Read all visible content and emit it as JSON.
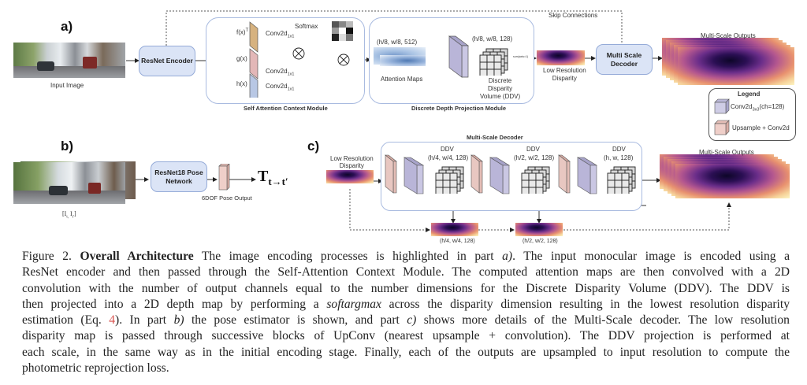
{
  "figure": {
    "parts": {
      "a": "a)",
      "b": "b)",
      "c": "c)"
    },
    "part_a": {
      "input_image_label": "Input Image",
      "resnet_encoder": "ResNet Encoder",
      "skip_connections": "Skip Connections",
      "self_attention": {
        "title": "Self Attention Context Module",
        "f_label": "f(x)",
        "f_sup": "T",
        "g_label": "g(x)",
        "h_label": "h(x)",
        "conv_label": "Conv2d",
        "conv_sub": "1x1",
        "softmax": "Softmax"
      },
      "ddp_module": {
        "title": "Discrete Depth Projection Module",
        "attention_dims": "(h/8, w/8, 512)",
        "attention_label": "Attention Maps",
        "ddv_dims": "(h/8, w/8, 128)",
        "ddv_label_1": "Discrete",
        "ddv_label_2": "Disparity",
        "ddv_label_3": "Volume (DDV)",
        "sum_label": "sum(axis=1)"
      },
      "low_res_1": "Low Resolution",
      "low_res_2": "Disparity",
      "msd_1": "Multi Scale",
      "msd_2": "Decoder",
      "outputs_label": "Multi-Scale Outputs"
    },
    "legend": {
      "title": "Legend",
      "item1_main": "Conv2d",
      "item1_sub": "3x3",
      "item1_suffix": "(ch=128)",
      "item2": "Upsample + Conv2d",
      "colors": {
        "conv": "#cfcde6",
        "upsample": "#efcfc9"
      }
    },
    "part_b": {
      "pose_net_1": "ResNet18 Pose",
      "pose_net_2": "Network",
      "pose_output": "6DOF Pose Output",
      "input_label": "[I",
      "input_sub1": "t,",
      "input_mid": " I",
      "input_sub2": "t'",
      "input_end": "]",
      "transform_T": "T",
      "transform_sub": "t→t′"
    },
    "part_c": {
      "title": "Multi-Scale Decoder",
      "low_res_1": "Low Resolution",
      "low_res_2": "Disparity",
      "ddv_label": "DDV",
      "scales": [
        "(h/4, w/4, 128)",
        "(h/2, w/2, 128)",
        "(h, w, 128)"
      ],
      "bottom_scales": [
        "(h/4, w/4, 128)",
        "(h/2, w/2, 128)"
      ],
      "outputs_label": "Multi-Scale Outputs"
    }
  },
  "caption": {
    "lines": [
      [
        "Figure 2. ",
        {
          "b": "Overall Architecture"
        },
        " The image encoding processes is highlighted in part ",
        {
          "i": "a)"
        },
        ".  The input monocular image is encoded using a"
      ],
      [
        "ResNet encoder and then passed through the Self-Attention Context Module. The computed attention maps are then convolved with a 2D"
      ],
      [
        "convolution with the number of output channels equal to the number dimensions for the Discrete Disparity Volume (DDV). The DDV is"
      ],
      [
        "then projected into a 2D depth map by performing a ",
        {
          "i": "softargmax"
        },
        " across the disparity dimension resulting in the lowest resolution disparity"
      ],
      [
        "estimation (Eq. ",
        {
          "r": "4"
        },
        ").  In part ",
        {
          "i": "b)"
        },
        " the pose estimator is shown, and part ",
        {
          "i": "c)"
        },
        " shows more details of the Multi-Scale decoder.  The low resolution"
      ],
      [
        "disparity map is passed through successive blocks of UpConv (nearest upsample + convolution).  The DDV projection is performed at"
      ],
      [
        "each scale, in the same way as in the initial encoding stage. Finally, each of the outputs are upsampled to input resolution to compute the"
      ],
      [
        "photometric reprojection loss."
      ]
    ]
  }
}
